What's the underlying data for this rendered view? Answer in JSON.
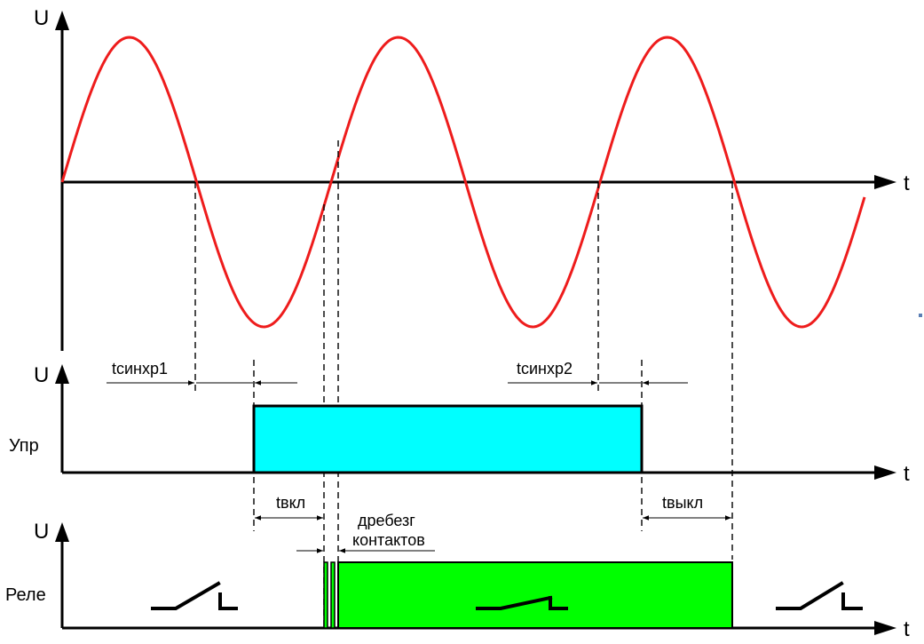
{
  "axes": {
    "voltage_label": "U",
    "time_label": "t"
  },
  "rows": {
    "control_label": "Упр",
    "relay_label": "Реле"
  },
  "annotations": {
    "t_sync1": "tсинхр1",
    "t_sync2": "tсинхр2",
    "t_on": "tвкл",
    "t_off": "tвыкл",
    "bounce_line1": "дребезг",
    "bounce_line2": "контактов"
  },
  "colors": {
    "sine": "#ee1c1c",
    "control_pulse": "#00ffff",
    "relay_pulse": "#00ff00",
    "axis": "#000000",
    "marker": "#5b7fb5"
  }
}
